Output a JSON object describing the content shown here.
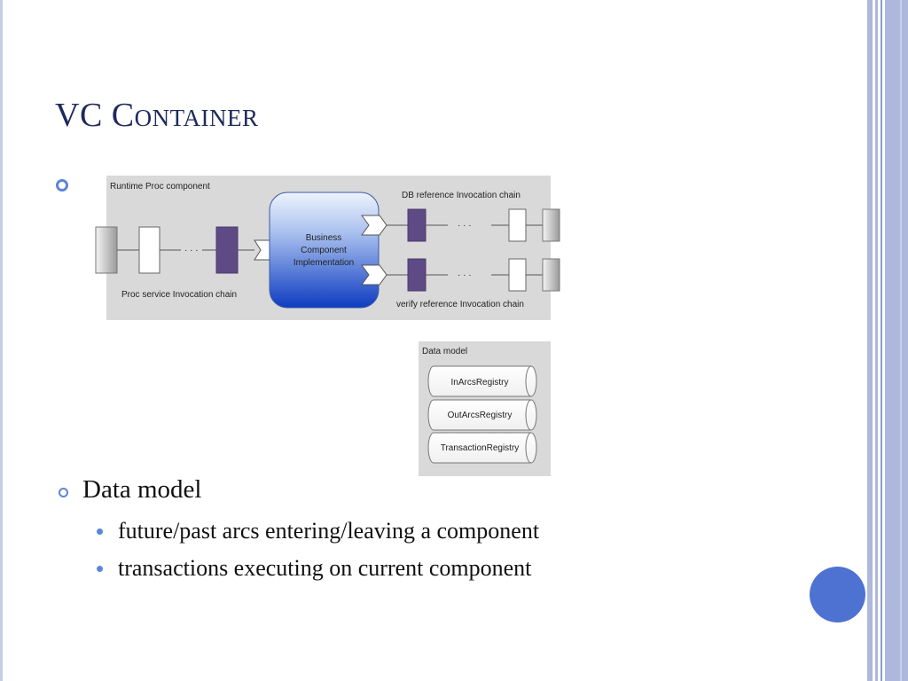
{
  "slide": {
    "title": "VC Container",
    "bullets": [
      {
        "text": "",
        "sub": []
      },
      {
        "text": "Data model",
        "sub": [
          "future/past arcs entering/leaving a component",
          "transactions executing on current component"
        ]
      }
    ]
  },
  "diagram": {
    "container_label": "Runtime Proc component",
    "business_component": [
      "Business",
      "Component",
      "Implementation"
    ],
    "proc_chain_label": "Proc service  Invocation chain",
    "db_chain_label": "DB reference  Invocation chain",
    "verify_chain_label": "verify reference  Invocation chain",
    "ellipsis": "· · ·"
  },
  "data_model": {
    "label": "Data model",
    "registries": [
      "InArcsRegistry",
      "OutArcsRegistry",
      "TransactionRegistry"
    ]
  },
  "colors": {
    "title": "#1f2a5c",
    "accent": "#5b86d6",
    "stripe": "#aeb8dc",
    "panel": "#d9d9d9",
    "component_dark": "#5e4a85",
    "business_top": "#e3ecfa",
    "business_bottom": "#0e3cc0",
    "deco_circle": "#4e72d2"
  }
}
